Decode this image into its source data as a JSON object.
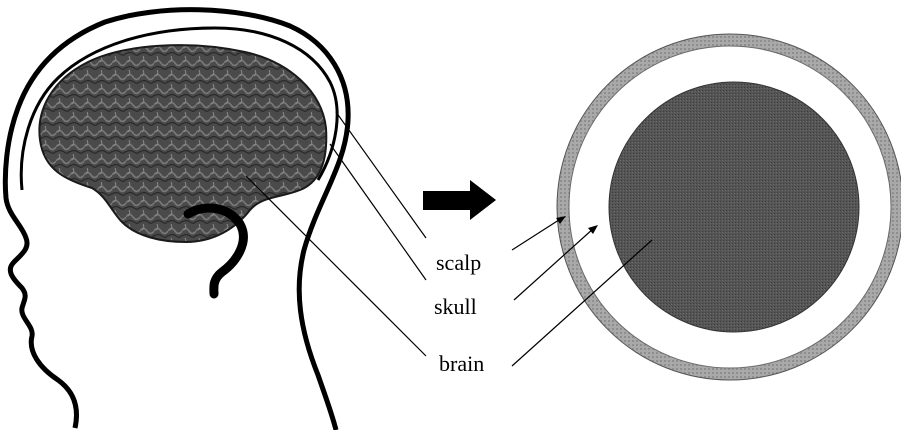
{
  "labels": {
    "scalp": "scalp",
    "skull": "skull",
    "brain": "brain"
  },
  "colors": {
    "background": "#ffffff",
    "outline": "#000000",
    "scalp_ring": "#a9a9a9",
    "skull_ring": "#ffffff",
    "brain_disk": "#4f4f4f",
    "brain_tissue": "#4a4a4a",
    "arrow": "#000000"
  }
}
